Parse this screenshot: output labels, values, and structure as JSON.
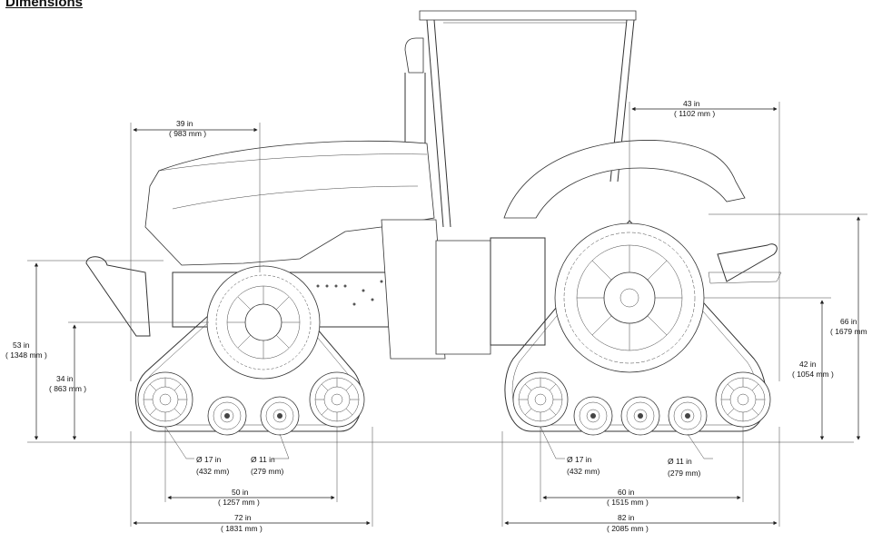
{
  "title": "Dimensions",
  "labels": {
    "front_overhang_in": "39 in",
    "front_overhang_mm": "( 983 mm     )",
    "rear_overhang_in": "43 in",
    "rear_overhang_mm": "( 1102 mm     )",
    "front_height_in": "53 in",
    "front_height_mm": "( 1348 mm     )",
    "front_axle_in": "34 in",
    "front_axle_mm": "( 863 mm     )",
    "rear_height_in": "66 in",
    "rear_height_mm": "( 1679 mm",
    "rear_axle_in": "42 in",
    "rear_axle_mm": "( 1054 mm     )",
    "front_idler_dia": "Ø 17 in",
    "front_idler_dia_mm": "(432 mm)",
    "front_mid_dia": "Ø 11 in",
    "front_mid_dia_mm": "(279 mm)",
    "rear_idler_dia": "Ø 17 in",
    "rear_idler_dia_mm": "(432 mm)",
    "rear_mid_dia": "Ø 11 in",
    "rear_mid_dia_mm": "(279 mm)",
    "front_inner_len_in": "50 in",
    "front_inner_len_mm": "( 1257 mm     )",
    "front_outer_len_in": "72 in",
    "front_outer_len_mm": "( 1831 mm     )",
    "rear_inner_len_in": "60 in",
    "rear_inner_len_mm": "( 1515 mm     )",
    "rear_outer_len_in": "82 in",
    "rear_outer_len_mm": "( 2085 mm     )"
  }
}
